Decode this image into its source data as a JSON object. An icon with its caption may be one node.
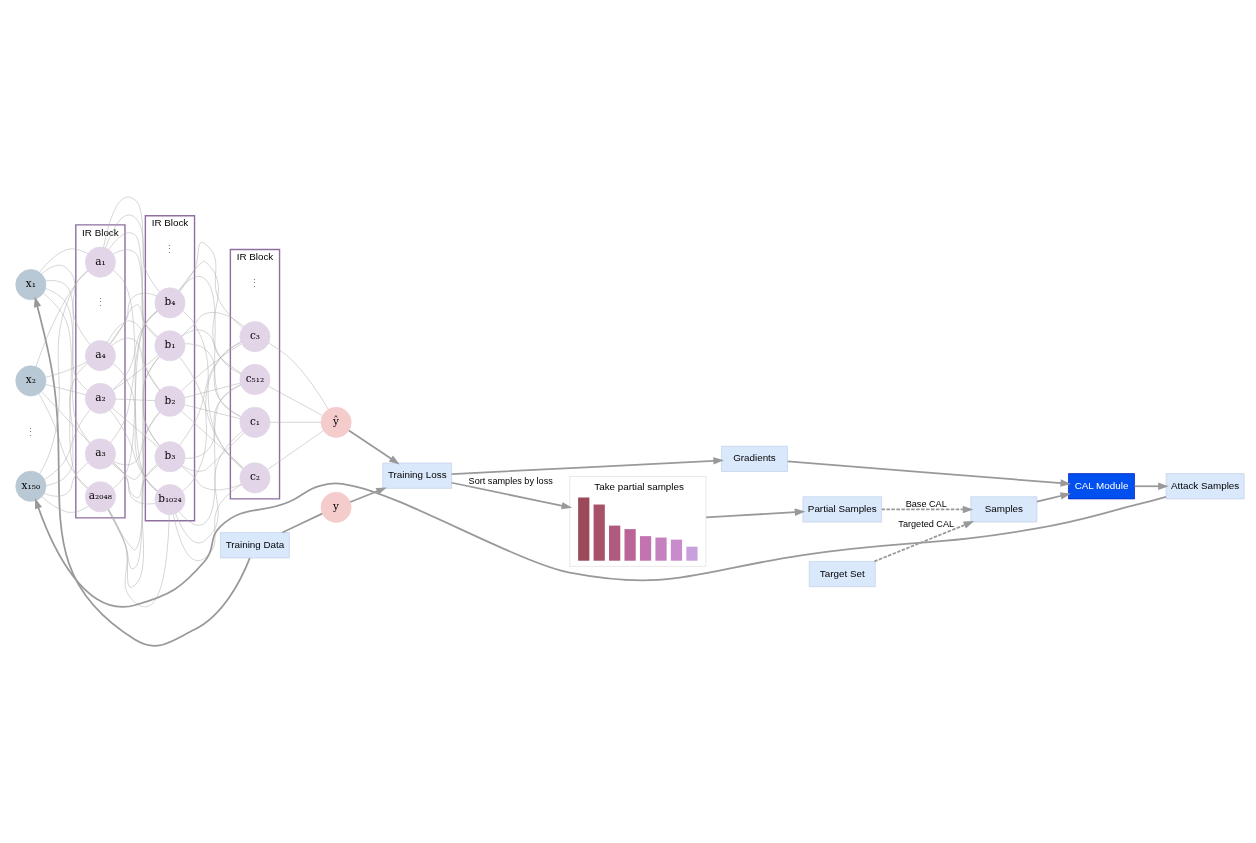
{
  "diagram": {
    "nodes": [
      {
        "text": [
          "Training Data"
        ]
      },
      {
        "text": [
          "x₁"
        ]
      },
      {
        "text": [
          "x₂"
        ]
      },
      {
        "text": [
          "x₁₅₀"
        ]
      },
      {
        "text": [
          "IR Block"
        ]
      },
      {
        "text": [
          "a₁"
        ],
        "in": 4
      },
      {
        "text": [
          "a₂"
        ],
        "in": 4
      },
      {
        "text": [
          "a₃"
        ],
        "in": 4
      },
      {
        "text": [
          "a₄"
        ],
        "in": 4
      },
      {
        "text": [
          "a₂₀₄₈"
        ],
        "in": 4
      },
      {
        "text": [
          "IR Block"
        ]
      },
      {
        "text": [
          "b₁"
        ],
        "in": 10
      },
      {
        "text": [
          "b₂"
        ],
        "in": 10
      },
      {
        "text": [
          "b₃"
        ],
        "in": 10
      },
      {
        "text": [
          "b₄"
        ],
        "in": 10
      },
      {
        "text": [
          "b₁₀₂₄"
        ],
        "in": 10
      },
      {
        "text": [
          "IR Block"
        ]
      },
      {
        "text": [
          "c₁"
        ],
        "in": 16
      },
      {
        "text": [
          "c₂"
        ],
        "in": 16
      },
      {
        "text": [
          "c₃"
        ],
        "in": 16
      },
      {
        "text": [
          "c₅₁₂"
        ],
        "in": 16
      },
      {
        "text": [
          "y"
        ]
      },
      {
        "text": [
          "ŷ"
        ]
      },
      {
        "text": [
          "Training Loss"
        ]
      },
      {
        "text": [
          "Take partial samples"
        ]
      },
      {
        "text": [
          "Gradients"
        ]
      },
      {
        "text": [
          "Partial Samples"
        ]
      },
      {
        "text": [
          "Attack Samples"
        ]
      },
      {
        "text": [
          "CAL Module"
        ]
      },
      {
        "text": [
          "Samples"
        ]
      },
      {
        "text": [
          "Target Set"
        ]
      }
    ],
    "edges": [
      {
        "from": 0,
        "to": 1,
        "arrow": "to"
      },
      {
        "from": 0,
        "to": 21,
        "arrow": "none"
      },
      {
        "from": 21,
        "to": 23,
        "arrow": "to"
      },
      {
        "from": 1,
        "to": 5,
        "arrow": "none"
      },
      {
        "from": 1,
        "to": 6,
        "arrow": "none"
      },
      {
        "from": 1,
        "to": 7,
        "arrow": "none"
      },
      {
        "from": 1,
        "to": 8,
        "arrow": "none"
      },
      {
        "from": 1,
        "to": 9,
        "arrow": "none"
      },
      {
        "from": 2,
        "to": 5,
        "arrow": "none"
      },
      {
        "from": 2,
        "to": 6,
        "arrow": "none"
      },
      {
        "from": 2,
        "to": 7,
        "arrow": "none"
      },
      {
        "from": 2,
        "to": 8,
        "arrow": "none"
      },
      {
        "from": 2,
        "to": 9,
        "arrow": "none"
      },
      {
        "from": 3,
        "to": 5,
        "arrow": "none"
      },
      {
        "from": 3,
        "to": 6,
        "arrow": "none"
      },
      {
        "from": 3,
        "to": 7,
        "arrow": "none"
      },
      {
        "from": 3,
        "to": 8,
        "arrow": "none"
      },
      {
        "from": 3,
        "to": 9,
        "arrow": "none"
      },
      {
        "from": 5,
        "to": 11,
        "arrow": "none"
      },
      {
        "from": 5,
        "to": 12,
        "arrow": "none"
      },
      {
        "from": 5,
        "to": 13,
        "arrow": "none"
      },
      {
        "from": 5,
        "to": 14,
        "arrow": "none"
      },
      {
        "from": 5,
        "to": 15,
        "arrow": "none"
      },
      {
        "from": 6,
        "to": 11,
        "arrow": "none"
      },
      {
        "from": 6,
        "to": 12,
        "arrow": "none"
      },
      {
        "from": 6,
        "to": 13,
        "arrow": "none"
      },
      {
        "from": 6,
        "to": 14,
        "arrow": "none"
      },
      {
        "from": 6,
        "to": 15,
        "arrow": "none"
      },
      {
        "from": 7,
        "to": 11,
        "arrow": "none"
      },
      {
        "from": 7,
        "to": 12,
        "arrow": "none"
      },
      {
        "from": 7,
        "to": 13,
        "arrow": "none"
      },
      {
        "from": 7,
        "to": 14,
        "arrow": "none"
      },
      {
        "from": 7,
        "to": 15,
        "arrow": "none"
      },
      {
        "from": 8,
        "to": 11,
        "arrow": "none"
      },
      {
        "from": 8,
        "to": 12,
        "arrow": "none"
      },
      {
        "from": 8,
        "to": 13,
        "arrow": "none"
      },
      {
        "from": 8,
        "to": 14,
        "arrow": "none"
      },
      {
        "from": 8,
        "to": 15,
        "arrow": "none"
      },
      {
        "from": 9,
        "to": 11,
        "arrow": "none"
      },
      {
        "from": 9,
        "to": 12,
        "arrow": "none"
      },
      {
        "from": 9,
        "to": 13,
        "arrow": "none"
      },
      {
        "from": 9,
        "to": 14,
        "arrow": "none"
      },
      {
        "from": 9,
        "to": 15,
        "arrow": "none"
      },
      {
        "from": 11,
        "to": 17,
        "arrow": "none"
      },
      {
        "from": 11,
        "to": 18,
        "arrow": "none"
      },
      {
        "from": 11,
        "to": 19,
        "arrow": "none"
      },
      {
        "from": 11,
        "to": 20,
        "arrow": "none"
      },
      {
        "from": 12,
        "to": 17,
        "arrow": "none"
      },
      {
        "from": 12,
        "to": 18,
        "arrow": "none"
      },
      {
        "from": 12,
        "to": 19,
        "arrow": "none"
      },
      {
        "from": 12,
        "to": 20,
        "arrow": "none"
      },
      {
        "from": 13,
        "to": 17,
        "arrow": "none"
      },
      {
        "from": 13,
        "to": 18,
        "arrow": "none"
      },
      {
        "from": 13,
        "to": 19,
        "arrow": "none"
      },
      {
        "from": 13,
        "to": 20,
        "arrow": "none"
      },
      {
        "from": 14,
        "to": 17,
        "arrow": "none"
      },
      {
        "from": 14,
        "to": 18,
        "arrow": "none"
      },
      {
        "from": 14,
        "to": 19,
        "arrow": "none"
      },
      {
        "from": 14,
        "to": 20,
        "arrow": "none"
      },
      {
        "from": 15,
        "to": 17,
        "arrow": "none"
      },
      {
        "from": 15,
        "to": 18,
        "arrow": "none"
      },
      {
        "from": 15,
        "to": 19,
        "arrow": "none"
      },
      {
        "from": 15,
        "to": 20,
        "arrow": "none"
      },
      {
        "from": 17,
        "to": 22,
        "arrow": "none"
      },
      {
        "from": 18,
        "to": 22,
        "arrow": "none"
      },
      {
        "from": 19,
        "to": 22,
        "arrow": "none"
      },
      {
        "from": 20,
        "to": 22,
        "arrow": "none"
      },
      {
        "from": 22,
        "to": 23,
        "arrow": "to"
      },
      {
        "from": 23,
        "to": 24,
        "arrow": "to",
        "label": "Sort samples by loss"
      },
      {
        "from": 24,
        "to": 26,
        "arrow": "to"
      },
      {
        "from": 23,
        "to": 25,
        "arrow": "to"
      },
      {
        "from": 25,
        "to": 28,
        "arrow": "to"
      },
      {
        "from": 26,
        "to": 29,
        "arrow": "to",
        "style": "dashed",
        "label": "Base CAL"
      },
      {
        "from": 30,
        "to": 29,
        "arrow": "to",
        "style": "dashed",
        "label": "Targeted CAL"
      },
      {
        "from": 29,
        "to": 28,
        "arrow": "to"
      },
      {
        "from": 28,
        "to": 27,
        "arrow": "to"
      },
      {
        "from": 27,
        "to": 3,
        "arrow": "to"
      }
    ],
    "labels": [
      "⋮",
      "⋮",
      "⋮",
      "⋮"
    ]
  }
}
